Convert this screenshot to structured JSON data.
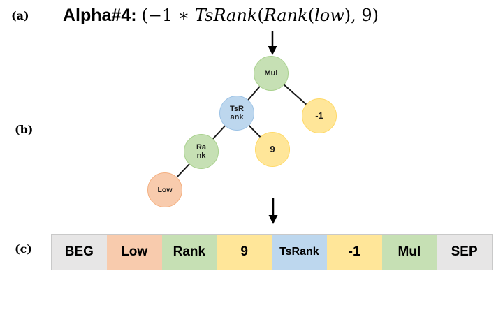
{
  "panel_labels": {
    "a": "(a)",
    "b": "(b)",
    "c": "(c)"
  },
  "title": {
    "name": "Alpha#4",
    "colon": ": ",
    "formula_parts": [
      {
        "t": "(−1 ∗ "
      },
      {
        "t": "TsRank"
      },
      {
        "t": "("
      },
      {
        "t": "Rank"
      },
      {
        "t": "("
      },
      {
        "t": "low"
      },
      {
        "t": "), 9)"
      }
    ]
  },
  "tree": {
    "nodes": [
      {
        "id": "mul",
        "label": "Mul",
        "color": "#c6e0b4",
        "border": "#a9d18e"
      },
      {
        "id": "tsrank",
        "label": "TsR\nank",
        "color": "#bdd7ee",
        "border": "#9dc3e6"
      },
      {
        "id": "neg1",
        "label": "-1",
        "color": "#ffe699",
        "border": "#ffd966"
      },
      {
        "id": "rank",
        "label": "Ra\nnk",
        "color": "#c6e0b4",
        "border": "#a9d18e"
      },
      {
        "id": "nine",
        "label": "9",
        "color": "#ffe699",
        "border": "#ffd966"
      },
      {
        "id": "low",
        "label": "Low",
        "color": "#f8cbad",
        "border": "#f4b183"
      }
    ]
  },
  "sequence": {
    "tokens": [
      {
        "label": "BEG",
        "color": "#e7e6e6"
      },
      {
        "label": "Low",
        "color": "#f8cbad"
      },
      {
        "label": "Rank",
        "color": "#c6e0b4"
      },
      {
        "label": "9",
        "color": "#ffe699"
      },
      {
        "label": "TsRank",
        "color": "#bdd7ee"
      },
      {
        "label": "-1",
        "color": "#ffe699"
      },
      {
        "label": "Mul",
        "color": "#c6e0b4"
      },
      {
        "label": "SEP",
        "color": "#e7e6e6"
      }
    ]
  }
}
